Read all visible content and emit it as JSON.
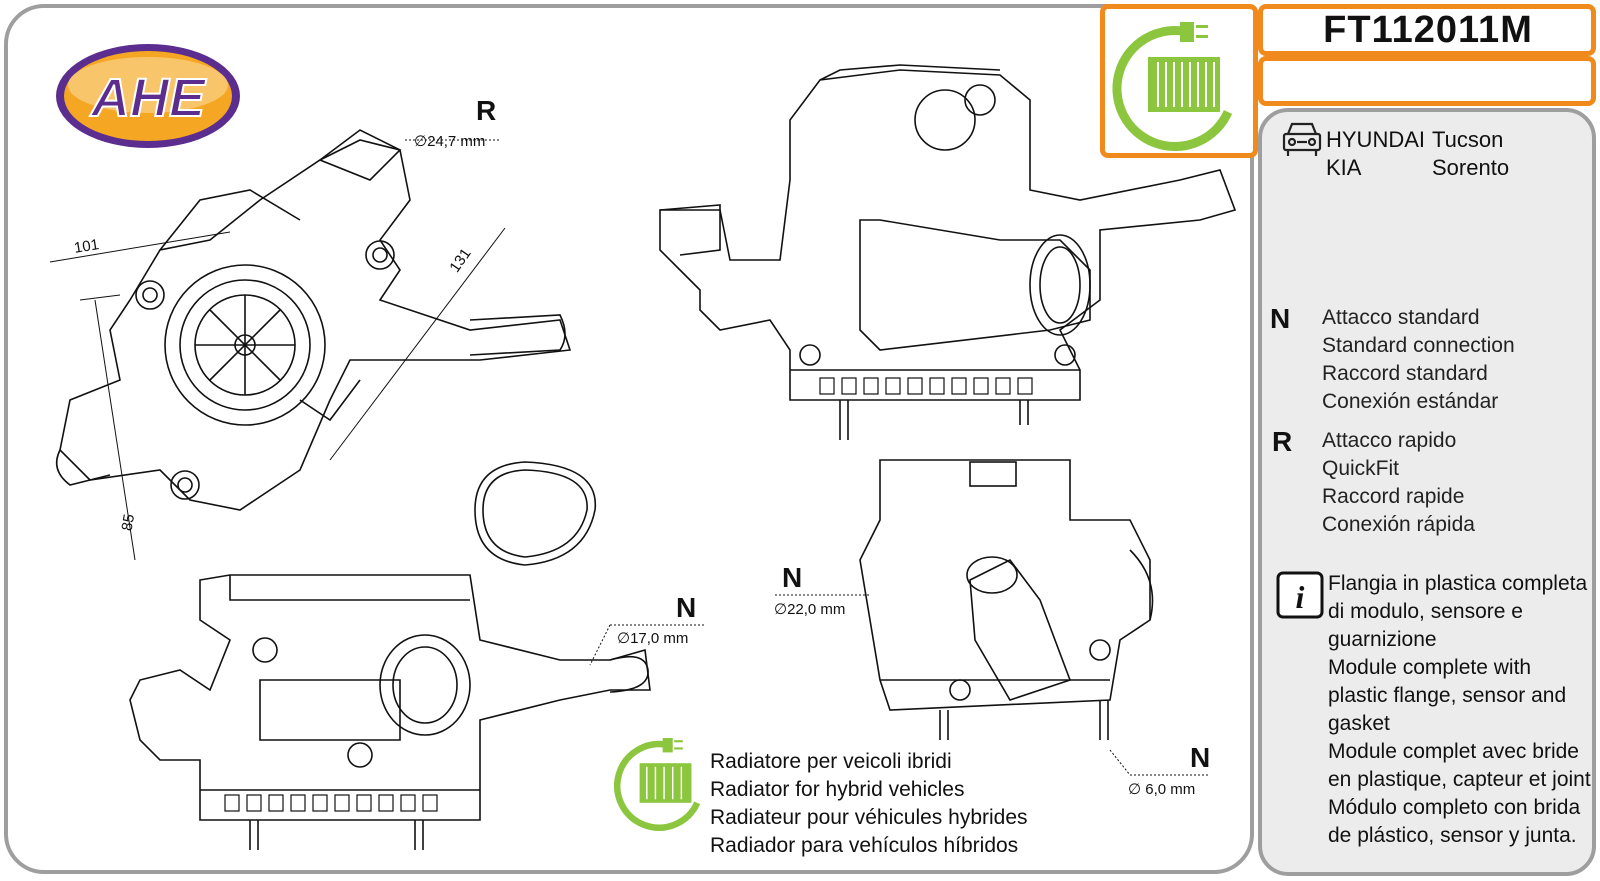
{
  "brand": {
    "logo_text": "AHE"
  },
  "product": {
    "code": "FT112011M",
    "subtitle": ""
  },
  "vehicles": {
    "makes": [
      "HYUNDAI",
      "KIA"
    ],
    "models": [
      "Tucson",
      "Sorento"
    ],
    "icon": "car-icon"
  },
  "connection_legend": [
    {
      "letter": "N",
      "lines": [
        "Attacco standard",
        "Standard connection",
        "Raccord standard",
        "Conexión estándar"
      ]
    },
    {
      "letter": "R",
      "lines": [
        "Attacco rapido",
        "QuickFit",
        "Raccord rapide",
        "Conexión rápida"
      ]
    }
  ],
  "info": {
    "icon": "info-icon",
    "lines": [
      "Flangia in plastica completa",
      "di modulo, sensore e",
      "guarnizione",
      "Module complete with",
      "plastic flange, sensor and",
      "gasket",
      "Module complet avec bride",
      "en plastique, capteur et joint",
      "Módulo completo con brida",
      "de plástico, sensor y junta."
    ]
  },
  "hybrid": {
    "icon": "hybrid-radiator-plug-icon",
    "lines": [
      "Radiatore per veicoli ibridi",
      "Radiator for hybrid vehicles",
      "Radiateur pour véhicules hybrides",
      "Radiador para vehículos híbridos"
    ]
  },
  "dimensions": {
    "d1": {
      "letter": "R",
      "value": "∅24,7 mm"
    },
    "d2": {
      "letter": "N",
      "value": "∅17,0 mm"
    },
    "d3": {
      "letter": "N",
      "value": "∅22,0 mm"
    },
    "d4": {
      "letter": "N",
      "value": "∅ 6,0 mm"
    },
    "len_101": "101",
    "len_131": "131",
    "len_85": "85"
  },
  "colors": {
    "accent_orange": "#f08a1c",
    "green": "#8cc63f",
    "logo_purple": "#5b2d8e",
    "logo_orange": "#f5a623"
  }
}
